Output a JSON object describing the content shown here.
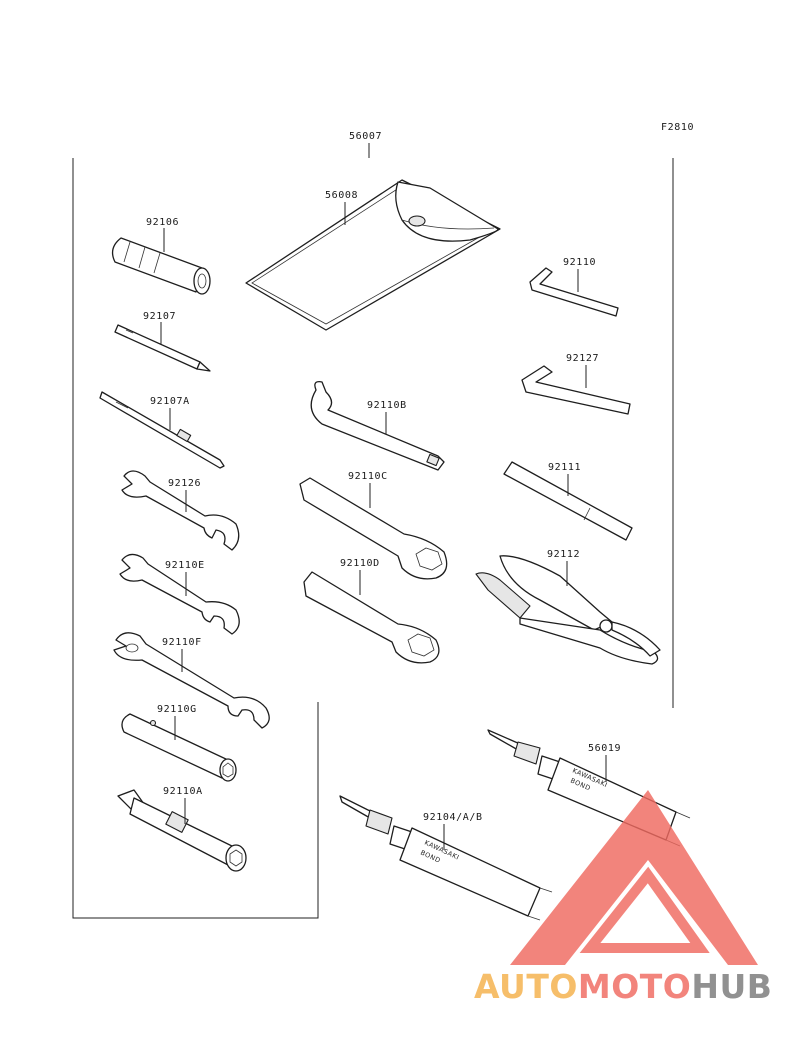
{
  "figure_code": "F2810",
  "labels": {
    "p56007": "56007",
    "p56008": "56008",
    "p92106": "92106",
    "p92107": "92107",
    "p92107A": "92107A",
    "p92126": "92126",
    "p92110E": "92110E",
    "p92110F": "92110F",
    "p92110G": "92110G",
    "p92110A": "92110A",
    "p92110": "92110",
    "p92127": "92127",
    "p92110B": "92110B",
    "p92110C": "92110C",
    "p92111": "92111",
    "p92110D": "92110D",
    "p92112": "92112",
    "p56019": "56019",
    "p92104": "92104/A/B"
  },
  "tube_text": {
    "brand": "KAWASAKI",
    "product": "BOND"
  },
  "watermark": {
    "part1": "AUTO",
    "part2": "MOTO",
    "part3": "HUB",
    "color_orange": "#f5b04a",
    "color_red": "#f06a60",
    "color_gray": "#7a7a7a"
  }
}
